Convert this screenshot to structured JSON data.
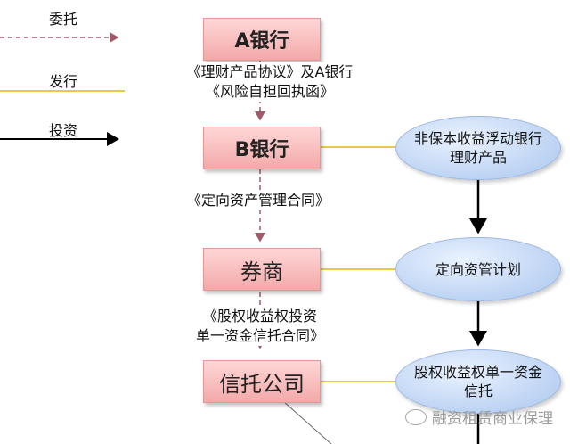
{
  "legend": {
    "entrust": {
      "label": "委托",
      "color": "#a05a6a"
    },
    "issue": {
      "label": "发行",
      "color": "#e8c94a"
    },
    "invest": {
      "label": "投资",
      "color": "#000000"
    }
  },
  "nodes": {
    "bank_a": "A银行",
    "bank_b": "B银行",
    "broker": "券商",
    "trust": "信托公司"
  },
  "products": {
    "wealth": "非保本收益浮动银行理财产品",
    "asset_plan": "定向资管计划",
    "trust_plan": "股权收益权单一资金信托"
  },
  "contracts": {
    "c1_line1": "《理财产品协议》及A银行",
    "c1_line2": "《风险自担回执函》",
    "c2": "《定向资产管理合同》",
    "c3_line1": "《股权收益权投资",
    "c3_line2": "单一资金信托合同》"
  },
  "watermark": "融资租赁商业保理"
}
